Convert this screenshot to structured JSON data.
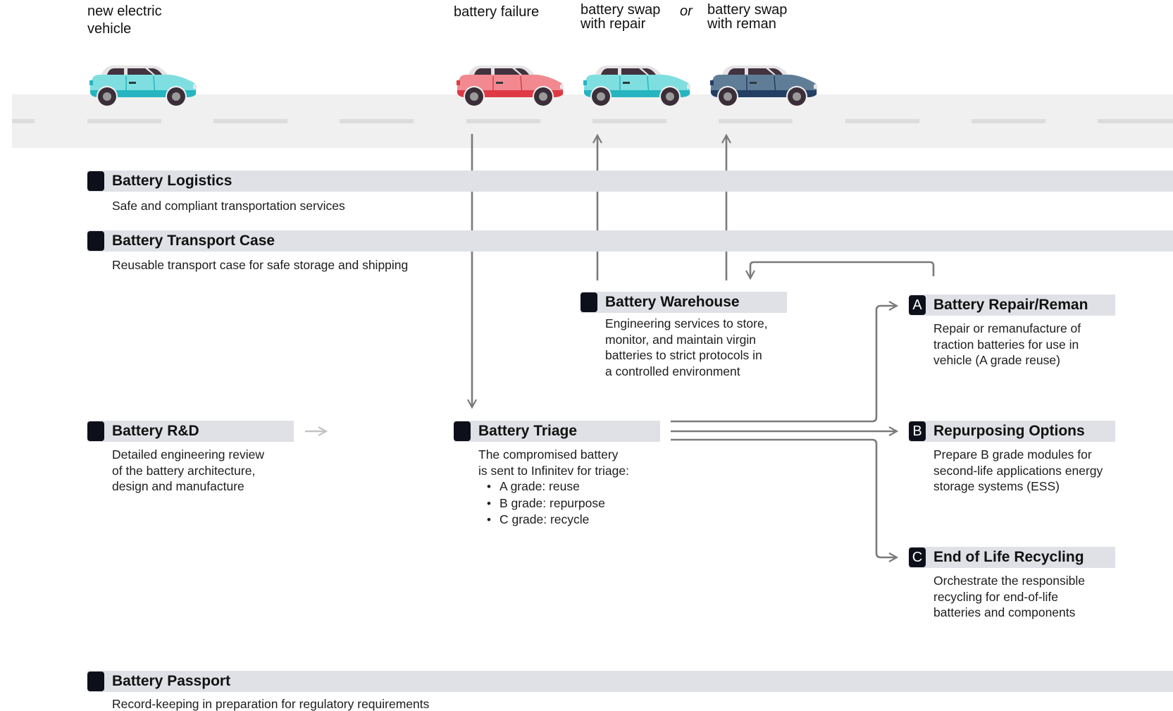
{
  "road_labels": {
    "new_vehicle": [
      "new electric",
      "vehicle"
    ],
    "battery_failure": "battery failure",
    "swap_repair": [
      "battery swap",
      "with repair"
    ],
    "or": "or",
    "swap_reman": [
      "battery swap",
      "with reman"
    ]
  },
  "cars": [
    {
      "name": "new",
      "color": "#7fdfe0",
      "dark": "#26b5c0"
    },
    {
      "name": "failure",
      "color": "#f28990",
      "dark": "#de3a45"
    },
    {
      "name": "repair",
      "color": "#7fdfe0",
      "dark": "#26b5c0"
    },
    {
      "name": "reman",
      "color": "#607d98",
      "dark": "#233f63"
    }
  ],
  "colors": {
    "road": "#f0f0f0",
    "pill": "#dfe1e6",
    "badge": "#0d0f1a",
    "arrow": "#7a7a7a",
    "arrow_light": "#c4c4c4"
  },
  "logistics": {
    "title": "Battery Logistics",
    "desc": "Safe and compliant transportation services"
  },
  "transport_case": {
    "title": "Battery Transport Case",
    "desc": "Reusable transport case for safe storage and shipping"
  },
  "warehouse": {
    "title": "Battery Warehouse",
    "desc": [
      "Engineering services to store,",
      "monitor, and maintain virgin",
      "batteries to strict  protocols in",
      "a controlled environment"
    ]
  },
  "rnd": {
    "title": "Battery R&D",
    "desc": [
      "Detailed engineering review",
      "of the battery architecture,",
      "design and manufacture"
    ]
  },
  "triage": {
    "title": "Battery Triage",
    "desc": [
      "The compromised battery",
      "is sent to Infinitev for triage:"
    ],
    "bullets": [
      "A grade: reuse",
      "B grade: repurpose",
      "C grade: recycle"
    ]
  },
  "repair": {
    "badge": "A",
    "title": "Battery Repair/Reman",
    "desc": [
      "Repair or remanufacture of",
      "traction batteries for use in",
      "vehicle (A grade reuse)"
    ]
  },
  "repurpose": {
    "badge": "B",
    "title": "Repurposing Options",
    "desc": [
      "Prepare B grade modules for",
      "second-life applications energy",
      "storage systems (ESS)"
    ]
  },
  "recycling": {
    "badge": "C",
    "title": "End of Life Recycling",
    "desc": [
      "Orchestrate the responsible",
      "recycling for end-of-life",
      "batteries and components"
    ]
  },
  "passport": {
    "title": "Battery Passport",
    "desc": "Record-keeping in preparation for regulatory requirements"
  }
}
